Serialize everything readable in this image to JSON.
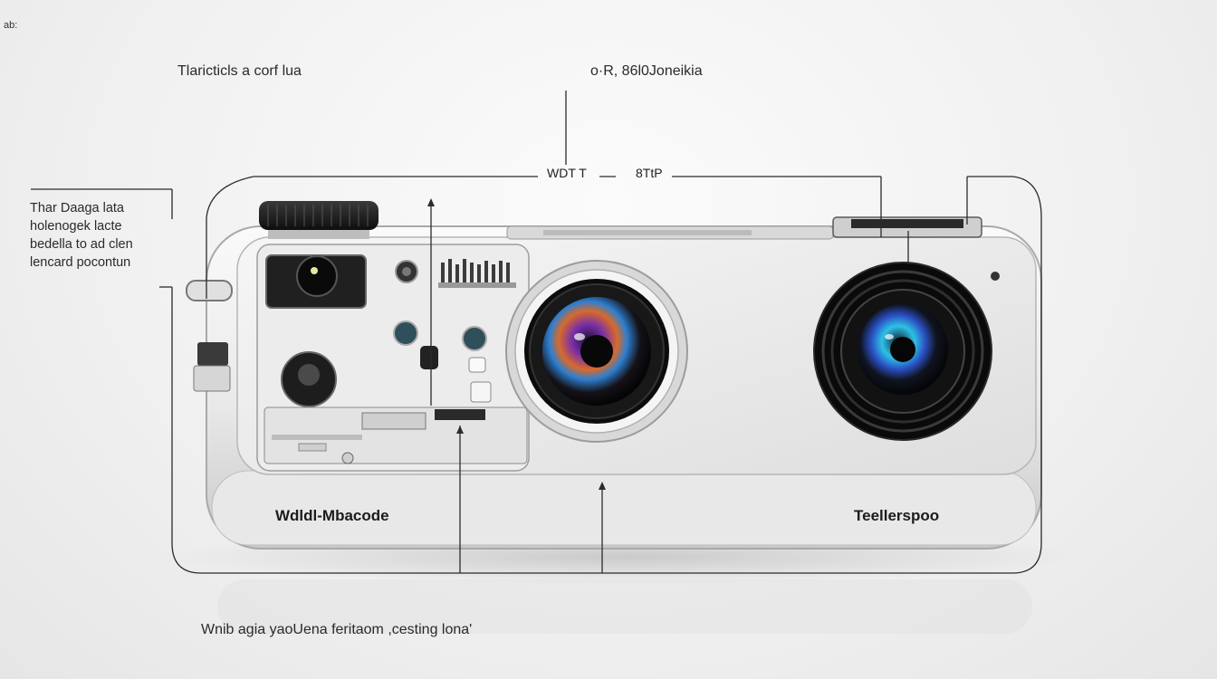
{
  "corner_mark": "ab:",
  "captions": {
    "top_left": "Tlaricticls  a corf lua",
    "top_right": "o·R, 86l0Joneikia",
    "callout_wdt": "WDT  T",
    "callout_stp": "8TtP",
    "side_note": [
      "Thar Daaga lata",
      "holenogek lacte",
      "bedella to ad clen",
      "lencard pocontun"
    ],
    "bottom": "Wnib agia yaoUena feritaom ,cesting lona'"
  },
  "lens_labels": {
    "wide": "Wdldl-Mbacode",
    "tele": "Teellerspoo"
  },
  "colors": {
    "body_highlight": "#ffffff",
    "body_shadow": "#c9c9c9",
    "leader_lines": "#2b2b2b",
    "lens_iris_left": "#b84fd6",
    "lens_iris_right": "#2ec1e6"
  }
}
